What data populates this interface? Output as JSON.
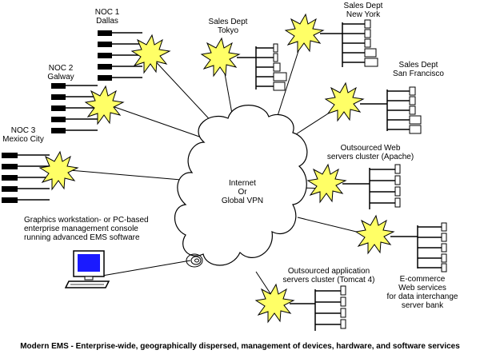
{
  "cloud": {
    "line1": "Internet",
    "line2": "Or",
    "line3": "Global VPN"
  },
  "nodes": {
    "noc1": {
      "line1": "NOC 1",
      "line2": "Dallas"
    },
    "noc2": {
      "line1": "NOC 2",
      "line2": "Galway"
    },
    "noc3": {
      "line1": "NOC 3",
      "line2": "Mexico City"
    },
    "tokyo": {
      "line1": "Sales Dept",
      "line2": "Tokyo"
    },
    "newyork": {
      "line1": "Sales Dept",
      "line2": "New York"
    },
    "sanfran": {
      "line1": "Sales Dept",
      "line2": "San Francisco"
    },
    "apache": {
      "line1": "Outsourced Web",
      "line2": "servers cluster (Apache)"
    },
    "ecommerce": {
      "line1": "E-commerce",
      "line2": "Web services",
      "line3": "for data interchange",
      "line4": "server bank"
    },
    "tomcat": {
      "line1": "Outsourced application",
      "line2": "servers cluster (Tomcat 4)"
    },
    "console": {
      "line1": "Graphics workstation- or PC-based",
      "line2": "enterprise management console",
      "line3": "running advanced EMS software"
    }
  },
  "caption": "Modern EMS - Enterprise-wide, geographically dispersed, management of devices, hardware, and software services",
  "colors": {
    "starburst": "#ffff66",
    "cloud": "#ffffff",
    "screen": "#1a1aff",
    "line": "#000000"
  }
}
